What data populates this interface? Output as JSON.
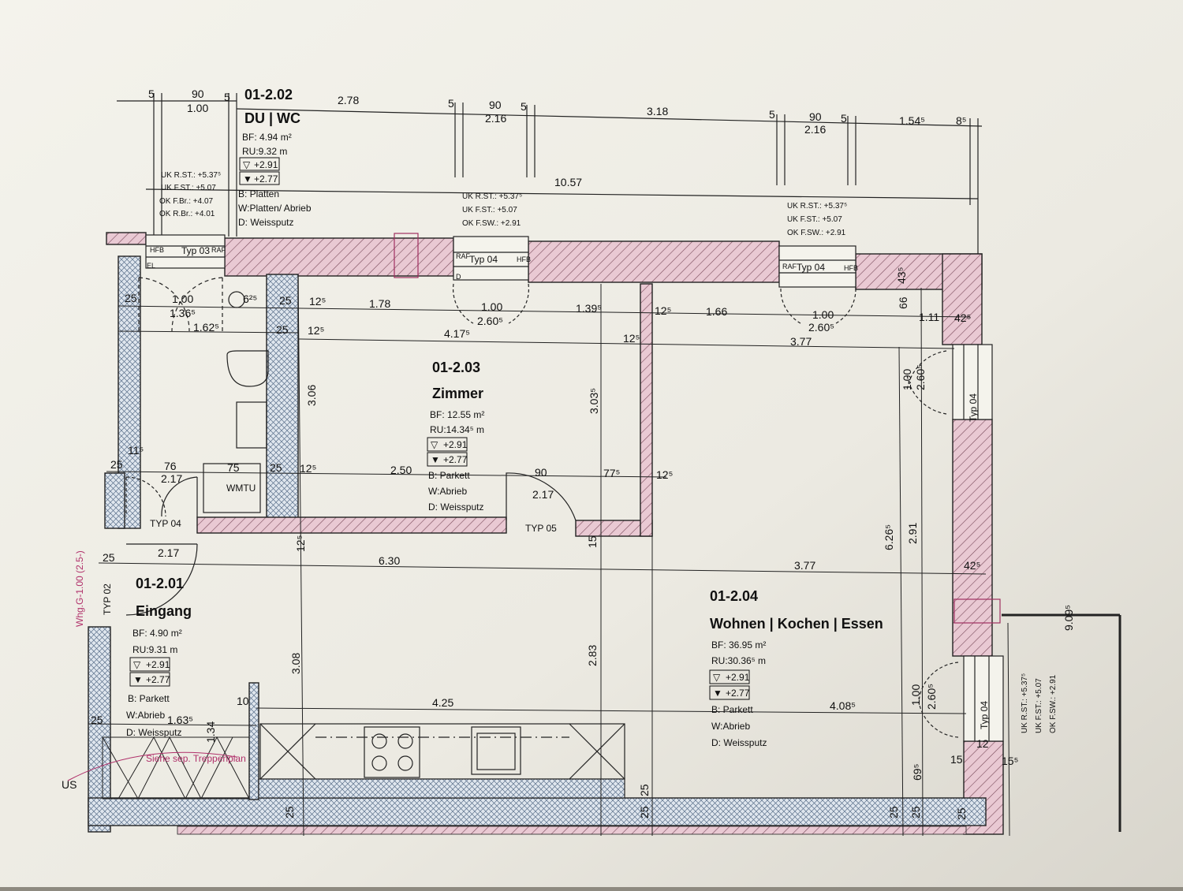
{
  "rooms": {
    "wc": {
      "id": "01-2.02",
      "name": "DU | WC",
      "bf": "BF: 4.94 m²",
      "ru": "RU:9.32 m",
      "lvl_top": "+2.91",
      "lvl_bot": "+2.77",
      "floor": "B: Platten",
      "wall": "W:Platten/ Abrieb",
      "ceiling": "D: Weissputz"
    },
    "zimmer": {
      "id": "01-2.03",
      "name": "Zimmer",
      "bf": "BF: 12.55 m²",
      "ru": "RU:14.34⁵ m",
      "lvl_top": "+2.91",
      "lvl_bot": "+2.77",
      "floor": "B: Parkett",
      "wall": "W:Abrieb",
      "ceiling": "D: Weissputz"
    },
    "eingang": {
      "id": "01-2.01",
      "name": "Eingang",
      "bf": "BF: 4.90 m²",
      "ru": "RU:9.31 m",
      "lvl_top": "+2.91",
      "lvl_bot": "+2.77",
      "floor": "B: Parkett",
      "wall": "W:Abrieb",
      "ceiling": "D: Weissputz"
    },
    "wohnen": {
      "id": "01-2.04",
      "name": "Wohnen | Kochen | Essen",
      "bf": "BF: 36.95 m²",
      "ru": "RU:30.36⁵ m",
      "lvl_top": "+2.91",
      "lvl_bot": "+2.77",
      "floor": "B: Parkett",
      "wall": "W:Abrieb",
      "ceiling": "D: Weissputz"
    }
  },
  "levels": {
    "left": [
      "UK R.ST.: +5.37⁵",
      "UK F.ST.: +5.07",
      "OK F.Br.: +4.07",
      "OK R.Br.: +4.01"
    ],
    "middle": [
      "UK R.ST.: +5.37⁵",
      "UK F.ST.: +5.07",
      "OK F.SW.: +2.91"
    ],
    "right": [
      "UK R.ST.: +5.37⁵",
      "UK F.ST.: +5.07",
      "OK F.SW.: +2.91"
    ],
    "side": [
      "UK R.ST.: +5.37⁵",
      "UK F.ST.: +5.07",
      "OK F.SW.: +2.91"
    ]
  },
  "top_dims": {
    "a": "5",
    "b": "90",
    "b2": "1.00",
    "c": "5",
    "d": "2.78",
    "e": "5",
    "f": "90",
    "f2": "2.16",
    "g": "5",
    "h": "3.18",
    "i": "5",
    "j": "90",
    "j2": "2.16",
    "k": "5",
    "l": "1.54⁵",
    "m": "8⁵",
    "total": "10.57"
  },
  "inner_dims": {
    "r1": [
      "25",
      "1.00",
      "6²⁵",
      "25",
      "12⁵",
      "1.78",
      "1.00",
      "1.39⁵",
      "12⁵",
      "1.66",
      "1.00",
      "1.11",
      "42⁵"
    ],
    "r1b": [
      "1.36⁵",
      "2.60⁵",
      "2.60⁵"
    ],
    "r2": [
      "1.62⁵",
      "25",
      "12⁵",
      "4.17⁵",
      "12⁵",
      "3.77"
    ],
    "r3": [
      "11⁵",
      "25",
      "76",
      "2.17",
      "75",
      "25",
      "12⁵",
      "2.50",
      "90",
      "2.17",
      "77⁵",
      "12⁵"
    ],
    "r4": [
      "25",
      "2.17",
      "6.30",
      "3.77",
      "42⁵"
    ],
    "r5": [
      "10",
      "4.25",
      "4.08⁵",
      "25",
      "1.63⁵",
      "1.34"
    ],
    "vert": [
      "3.06",
      "3.03⁵",
      "12⁵",
      "15",
      "3.08",
      "2.83",
      "6.26⁵",
      "2.91",
      "43⁵",
      "66",
      "1.00",
      "2.60⁵",
      "1.00",
      "2.60⁵",
      "69⁵",
      "9.09⁵",
      "12",
      "15",
      "15⁵",
      "25",
      "25",
      "25",
      "25",
      "25",
      "25"
    ]
  },
  "tags": {
    "typ03": "Typ 03",
    "typ04": "Typ 04",
    "typ04b": "Typ 04",
    "typ04c": "Typ 04",
    "typ04d": "Typ 04",
    "typ04e": "TYP 04",
    "typ05": "TYP 05",
    "typ02": "TYP 02",
    "wmtu": "WMTU",
    "hfb": "HFB",
    "raf": "RAF",
    "el": "EL",
    "d": "D",
    "stair": "Siehe sep. Treppenplan",
    "whg": "Whg.G-1.00 (2.5-)",
    "us": "US"
  }
}
